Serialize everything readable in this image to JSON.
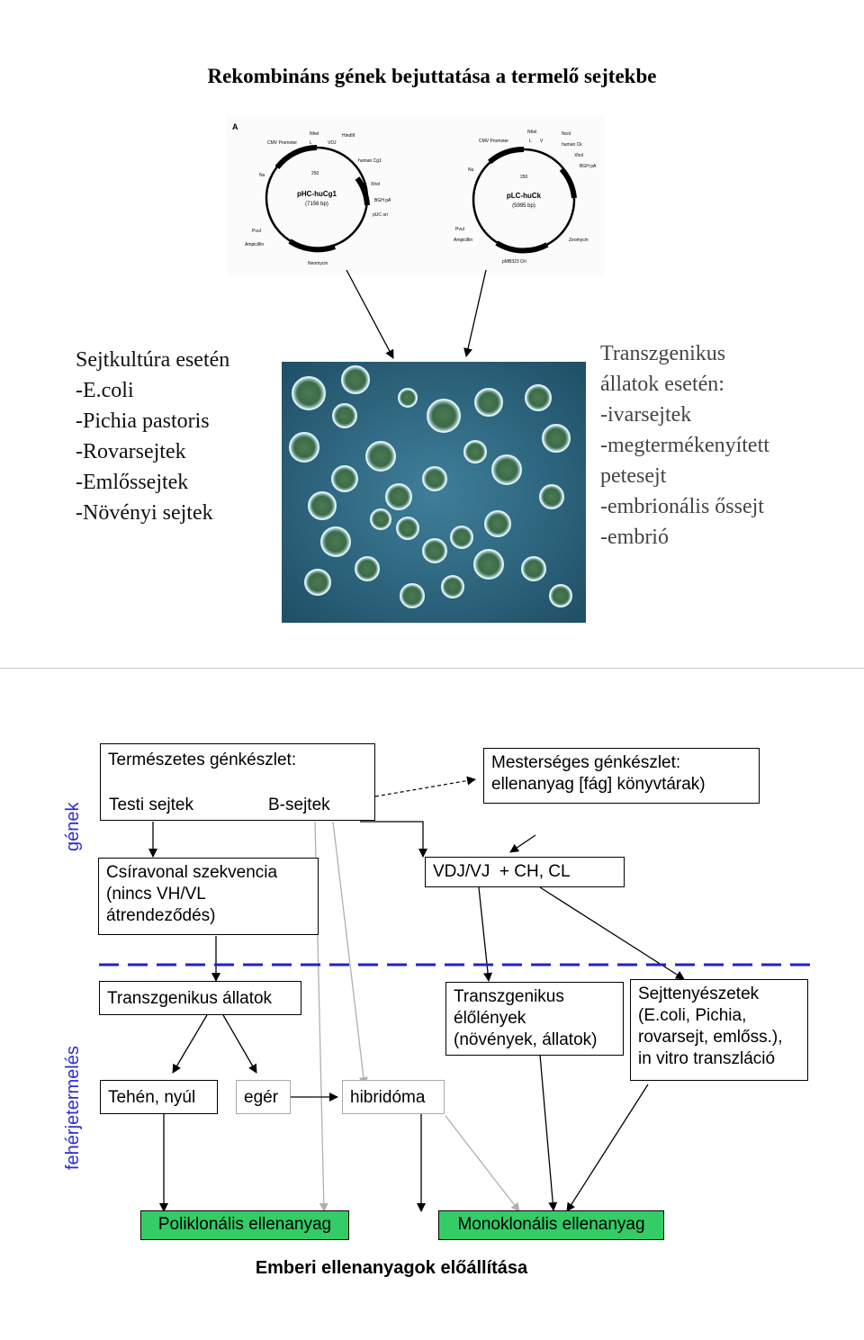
{
  "slide1": {
    "title": "Rekombináns gének bejuttatása a termelő sejtekbe",
    "left_list": [
      "Sejtkultúra esetén",
      "-E.coli",
      "-Pichia pastoris",
      "-Rovarsejtek",
      "-Emlőssejtek",
      "-Növényi sejtek"
    ],
    "right_list": [
      "Transzgenikus",
      "állatok esetén:",
      "-ivarsejtek",
      "-megtermékenyített",
      "petesejt",
      "-embrionális őssejt",
      "-embrió"
    ],
    "plasmid_a": {
      "panel_label": "A",
      "name": "pHC-huCg1",
      "size": "(7156 bp)",
      "labels": [
        "CMV Promoter",
        "NheI",
        "L",
        "VDJ",
        "HindIII",
        "human Cg1",
        "XhoI",
        "BGH pA",
        "pUC ori",
        "Ampicillin",
        "Neomycin",
        "PvuI",
        "Nu",
        "250"
      ]
    },
    "plasmid_b": {
      "name": "pLC-huCk",
      "size": "(5995 bp)",
      "labels": [
        "CMV Promoter",
        "NheI",
        "L",
        "V",
        "NcoI",
        "human Ck",
        "XhoI",
        "BGH pA",
        "pMB323 Ori",
        "Ampicillin",
        "Zeomycin",
        "PvuI",
        "Nu",
        "250"
      ]
    }
  },
  "slide2": {
    "side_labels": {
      "genes": "gének",
      "protein": "fehérjetermelés"
    },
    "natural_box": {
      "line1": "Természetes génkészlet:",
      "left": "Testi sejtek",
      "right": "B-sejtek"
    },
    "artificial_box": {
      "line1": "Mesterséges génkészlet:",
      "line2": "ellenanyag [fág] könyvtárak)"
    },
    "germline_box": [
      "Csíravonal szekvencia",
      "(nincs VH/VL",
      "átrendeződés)"
    ],
    "vdj_box": "VDJ/VJ  + CH, CL",
    "transgenic_animals": "Transzgenikus állatok",
    "transgenic_organisms": [
      "Transzgenikus",
      "élőlények",
      "(növények, állatok)"
    ],
    "cell_cultures": [
      "Sejttenyészetek",
      "(E.coli, Pichia,",
      "rovarsejt, emlőss.),",
      "in vitro transzláció"
    ],
    "cow": "Tehén, nyúl",
    "mouse": "egér",
    "hybridoma": "hibridóma",
    "polyclonal": "Poliklonális ellenanyag",
    "monoclonal": "Monoklonális ellenanyag",
    "bottom_title": "Emberi ellenanyagok előállítása",
    "colors": {
      "green_box": "#33cc66",
      "dashed_line": "#2222cc",
      "side_label": "#2b2bd6"
    }
  }
}
